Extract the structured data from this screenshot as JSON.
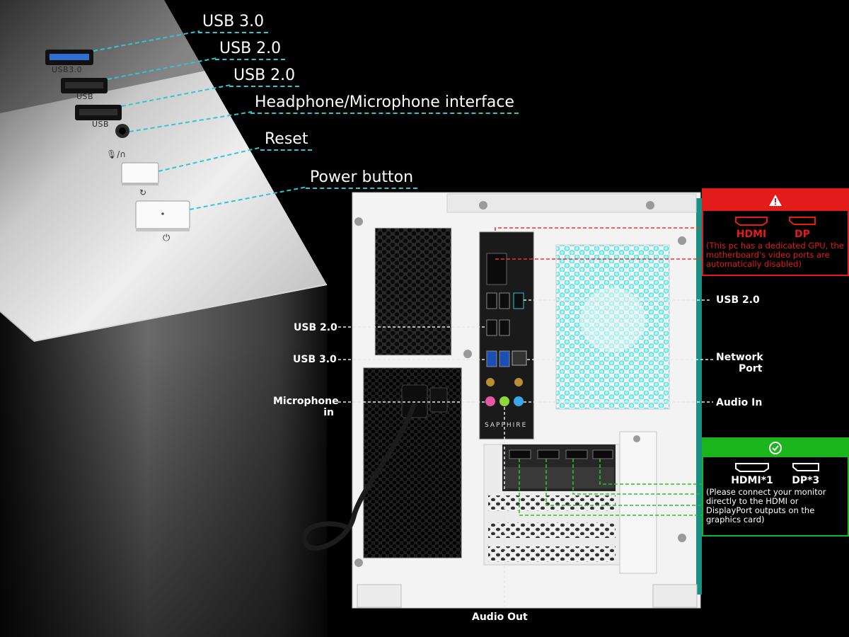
{
  "front_labels": {
    "usb30": "USB 3.0",
    "usb20_a": "USB 2.0",
    "usb20_b": "USB 2.0",
    "audio_jack": "Headphone/Microphone interface",
    "reset": "Reset",
    "power": "Power button"
  },
  "case_markings": {
    "usb30": "USB3.0",
    "usb_a": "USB",
    "usb_b": "USB"
  },
  "rear_labels": {
    "left_usb20": "USB 2.0",
    "left_usb30": "USB 3.0",
    "left_mic_line1": "Microphone",
    "left_mic_line2": "in",
    "right_usb20": "USB 2.0",
    "right_network_line1": "Network",
    "right_network_line2": "Port",
    "right_audio_in": "Audio In",
    "bottom_audio_out": "Audio Out"
  },
  "warning_box": {
    "icon": "warning-triangle-icon",
    "color": "#e31b1b",
    "port1": "HDMI",
    "port2": "DP",
    "note": "(This pc has a dedicated GPU, the motherboard's video ports are automatically disabled)"
  },
  "ok_box": {
    "icon": "check-circle-icon",
    "color": "#1db51d",
    "port1": "HDMI*1",
    "port2": "DP*3",
    "note": "(Please connect your monitor directly to the HDMI or DisplayPort outputs on the graphics card)"
  },
  "io_shield_brand": "SAPPHIRE",
  "colors": {
    "leader_cyan": "#2dc6d6",
    "fan_glow": "#3fe8ee"
  }
}
